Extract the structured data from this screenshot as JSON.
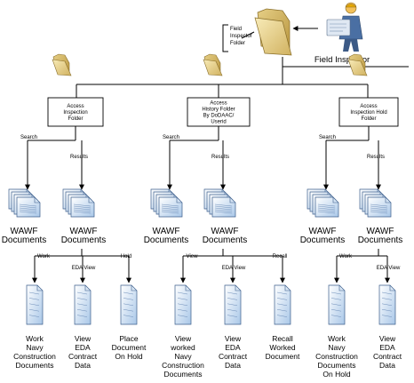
{
  "top_folder_note": [
    "Field",
    "Inspector",
    "Folder"
  ],
  "actor_label": "Field Inspector",
  "branches": [
    {
      "box_lines": [
        "Access",
        "Inspection",
        "Folder"
      ],
      "search_label": "Search",
      "results_label": "Results",
      "group_left_lines": [
        "WAWF",
        "Documents"
      ],
      "group_right_lines": [
        "WAWF",
        "Documents"
      ],
      "actions": [
        {
          "edge_label": "Work",
          "lines": [
            "Work",
            "Navy",
            "Construction",
            "Documents"
          ]
        },
        {
          "edge_label": "EDA View",
          "lines": [
            "View",
            "EDA",
            "Contract",
            "Data"
          ]
        },
        {
          "edge_label": "Hold",
          "lines": [
            "Place",
            "Document",
            "On Hold"
          ]
        }
      ]
    },
    {
      "box_lines": [
        "Access",
        "History Folder",
        "By DoDAAC/",
        "Userid"
      ],
      "search_label": "Search",
      "results_label": "Results",
      "group_left_lines": [
        "WAWF",
        "Documents"
      ],
      "group_right_lines": [
        "WAWF",
        "Documents"
      ],
      "actions": [
        {
          "edge_label": "View",
          "lines": [
            "View",
            "worked",
            "Navy",
            "Construction",
            "Documents"
          ]
        },
        {
          "edge_label": "EDA View",
          "lines": [
            "View",
            "EDA",
            "Contract",
            "Data"
          ]
        },
        {
          "edge_label": "Recall",
          "lines": [
            "Recall",
            "Worked",
            "Document"
          ]
        }
      ]
    },
    {
      "box_lines": [
        "Access",
        "Inspection Hold",
        "Folder"
      ],
      "search_label": "Search",
      "results_label": "Results",
      "group_left_lines": [
        "WAWF",
        "Documents"
      ],
      "group_right_lines": [
        "WAWF",
        "Documents"
      ],
      "actions": [
        {
          "edge_label": "Work",
          "lines": [
            "Work",
            "Navy",
            "Construction",
            "Documents",
            "On Hold"
          ]
        },
        {
          "edge_label": "EDA View",
          "lines": [
            "View",
            "EDA",
            "Contract",
            "Data"
          ]
        }
      ]
    }
  ]
}
